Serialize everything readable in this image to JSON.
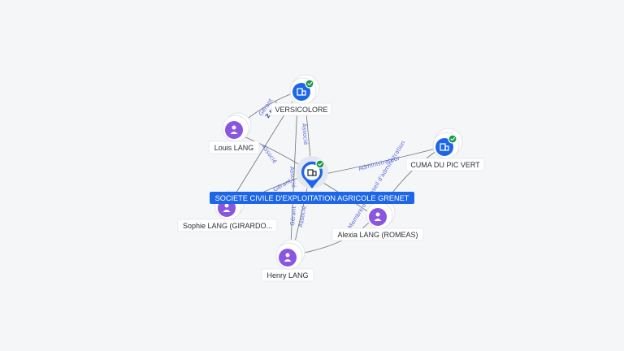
{
  "nodes": {
    "center": {
      "label": "SOCIETE CIVILE D'EXPLOITATION AGRICOLE GRENET",
      "icon": "building-icon",
      "verified": true
    },
    "versicolore": {
      "label": "VERSICOLORE",
      "icon": "building-icon",
      "verified": true
    },
    "cuma": {
      "label": "CUMA DU PIC VERT",
      "icon": "building-icon",
      "verified": true
    },
    "louis": {
      "label": "Louis LANG",
      "icon": "person-icon"
    },
    "sophie": {
      "label": "Sophie LANG (GIRARDO...",
      "icon": "person-icon"
    },
    "alexia": {
      "label": "Alexia LANG (ROMEAS)",
      "icon": "person-icon"
    },
    "henry": {
      "label": "Henry LANG",
      "icon": "person-icon"
    }
  },
  "edge_labels": {
    "louis_versicolore_1": "Gérant",
    "louis_versicolore_2": "2 mar",
    "louis_center": "Associé",
    "versicolore_center": "Associé",
    "center_cuma": "Administrateur",
    "alexia_cuma": "Membre du conseil d'administration",
    "sophie_center": "Gérant",
    "henry_center_1": "Gérant",
    "henry_center_2": "Associé",
    "center_vertical": "Associé"
  },
  "colors": {
    "accent": "#1e66e8",
    "person": "#8a56e0",
    "verified": "#1c9a4c",
    "edge_label": "#5b6ad8"
  }
}
